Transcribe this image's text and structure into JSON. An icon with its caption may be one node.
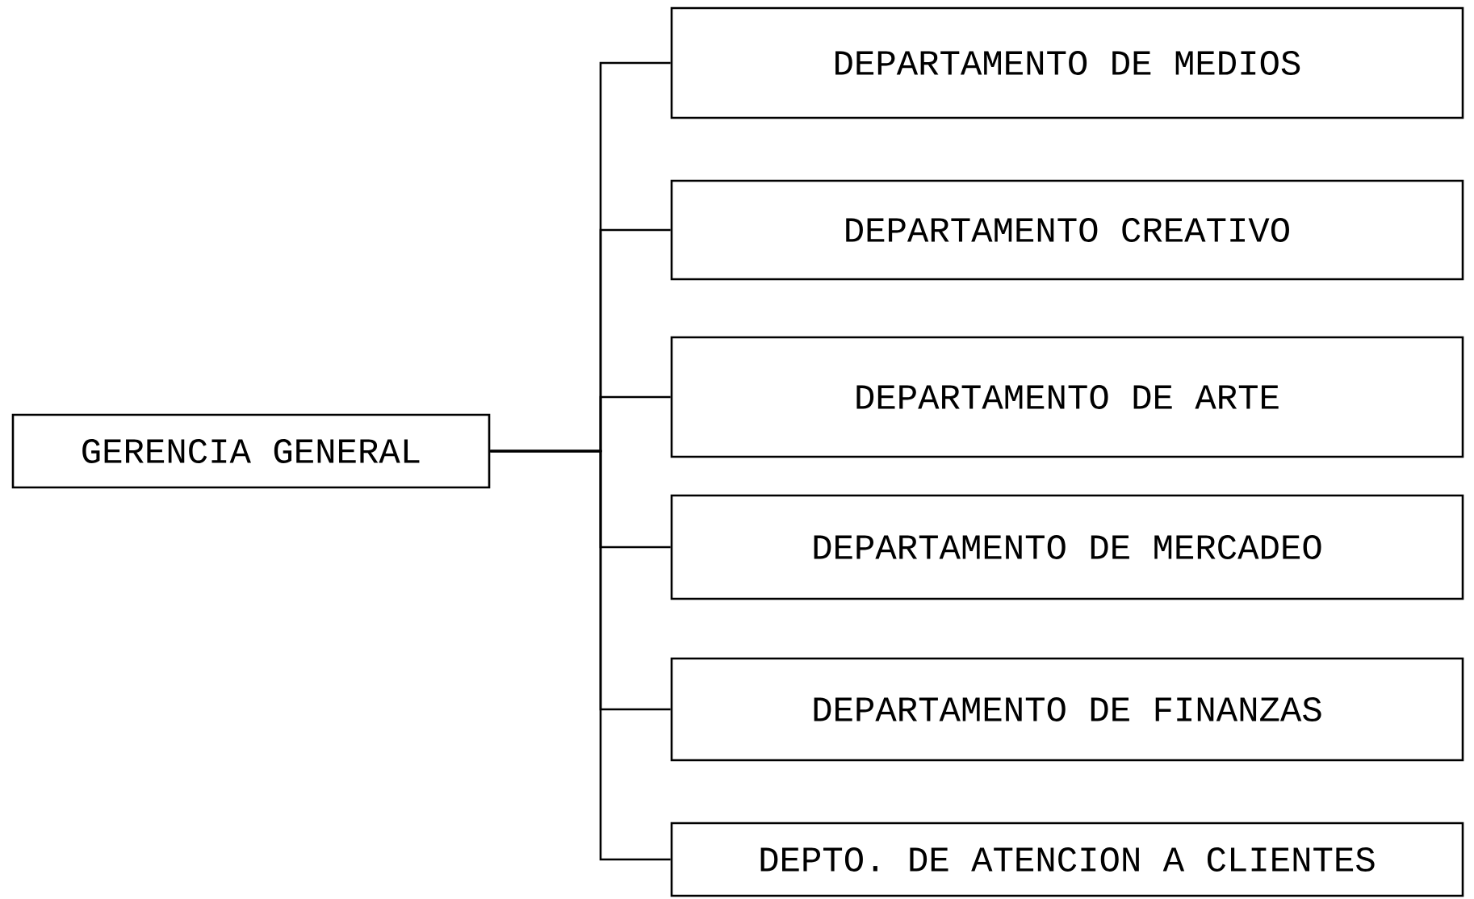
{
  "diagram": {
    "nodes": [
      {
        "text": [
          "GERENCIA GENERAL"
        ]
      },
      {
        "text": [
          "DEPARTAMENTO DE MEDIOS"
        ]
      },
      {
        "text": [
          "DEPARTAMENTO CREATIVO"
        ]
      },
      {
        "text": [
          "DEPARTAMENTO DE ARTE"
        ]
      },
      {
        "text": [
          "DEPARTAMENTO DE MERCADEO"
        ]
      },
      {
        "text": [
          "DEPARTAMENTO DE FINANZAS"
        ]
      },
      {
        "text": [
          "DEPTO. DE ATENCION A CLIENTES"
        ]
      }
    ],
    "edges": [
      {
        "from": 0,
        "to": 1,
        "arrow": "none"
      },
      {
        "from": 0,
        "to": 2,
        "arrow": "none"
      },
      {
        "from": 0,
        "to": 3,
        "arrow": "none"
      },
      {
        "from": 0,
        "to": 4,
        "arrow": "none"
      },
      {
        "from": 0,
        "to": 5,
        "arrow": "none"
      },
      {
        "from": 0,
        "to": 6,
        "arrow": "none"
      }
    ]
  }
}
